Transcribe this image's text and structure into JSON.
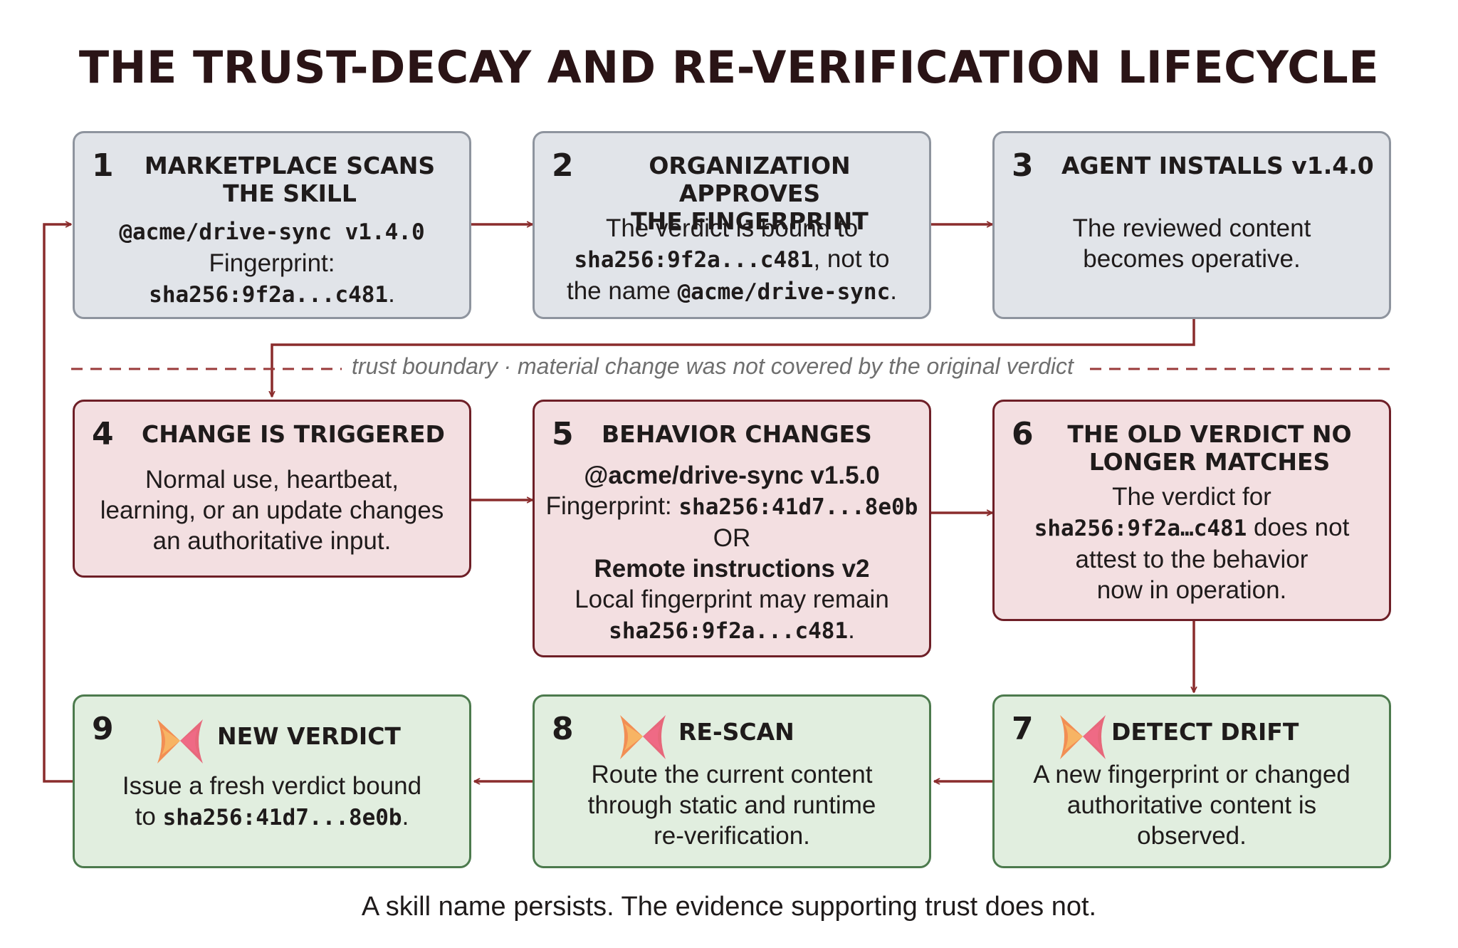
{
  "title": "THE TRUST-DECAY AND RE-VERIFICATION LIFECYCLE",
  "boundary_label": "trust boundary · material change was not covered by the original verdict",
  "footer": "A skill name persists. The evidence supporting trust does not.",
  "colors": {
    "arrow": "#8a2c2c",
    "grey_fill": "#e1e4e9",
    "red_fill": "#f3dfe1",
    "green_fill": "#e1eedf"
  },
  "steps": {
    "s1": {
      "number": "1",
      "title_l1": "MARKETPLACE SCANS",
      "title_l2": "THE SKILL",
      "package": "@acme/drive-sync v1.4.0",
      "fp_label": "Fingerprint: ",
      "fp_value": "sha256:9f2a...c481",
      "fp_end": "."
    },
    "s2": {
      "number": "2",
      "title_l1": "ORGANIZATION APPROVES",
      "title_l2": "THE FINGERPRINT",
      "l1": "The verdict is bound to",
      "hash": "sha256:9f2a...c481",
      "l2_tail": ", not to",
      "l3_head": "the name ",
      "name": "@acme/drive-sync",
      "l3_end": "."
    },
    "s3": {
      "number": "3",
      "title": "AGENT INSTALLS v1.4.0",
      "l1": "The reviewed content",
      "l2": "becomes operative."
    },
    "s4": {
      "number": "4",
      "title": "CHANGE IS TRIGGERED",
      "l1": "Normal use, heartbeat,",
      "l2": "learning, or an update changes",
      "l3": "an authoritative input."
    },
    "s5": {
      "number": "5",
      "title": "BEHAVIOR CHANGES",
      "package": "@acme/drive-sync v1.5.0",
      "fp_label": "Fingerprint: ",
      "fp_value": "sha256:41d7...8e0b",
      "or": "OR",
      "remote": "Remote instructions v2",
      "local": "Local fingerprint may remain",
      "local_hash": "sha256:9f2a...c481",
      "local_end": "."
    },
    "s6": {
      "number": "6",
      "title_l1": "THE OLD VERDICT NO",
      "title_l2": "LONGER MATCHES",
      "l1": "The verdict for",
      "hash": "sha256:9f2a…c481",
      "l2_tail": " does not",
      "l3": "attest to the behavior",
      "l4": "now in operation."
    },
    "s7": {
      "number": "7",
      "title": "DETECT DRIFT",
      "l1": "A new fingerprint or changed",
      "l2": "authoritative content is",
      "l3": "observed."
    },
    "s8": {
      "number": "8",
      "title": "RE-SCAN",
      "l1": "Route the current content",
      "l2": "through static and runtime",
      "l3": "re-verification."
    },
    "s9": {
      "number": "9",
      "title": "NEW VERDICT",
      "l1": "Issue a fresh verdict bound",
      "l2_head": "to ",
      "hash": "sha256:41d7...8e0b",
      "l2_end": "."
    }
  }
}
